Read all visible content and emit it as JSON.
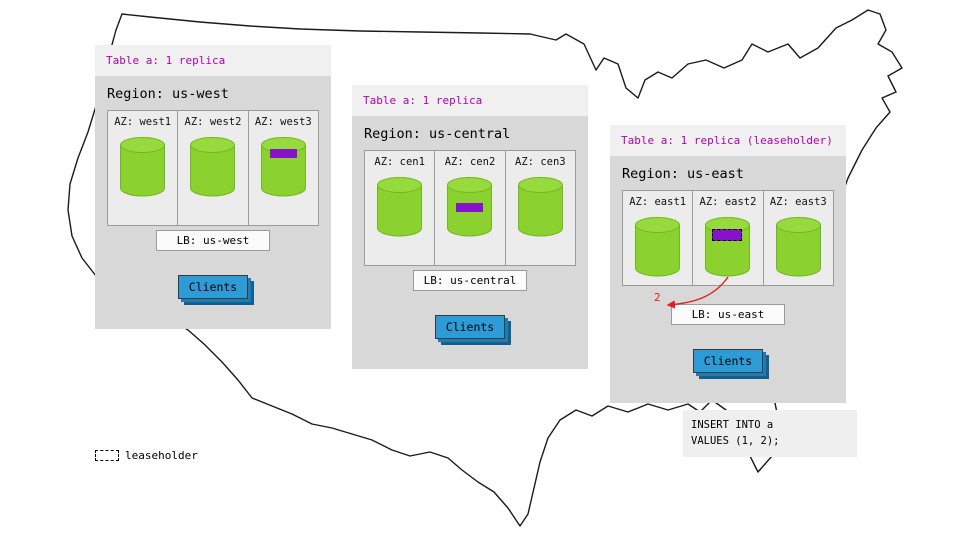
{
  "colors": {
    "accent_magenta": "#B400B4",
    "replica_purple": "#8812CC",
    "cylinder_green": "#8BD230",
    "clients_blue": "#2D9BD6",
    "annotation_red": "#E02020",
    "panel_gray": "#D8D8D8"
  },
  "legend": {
    "label": "leaseholder"
  },
  "insert_box": {
    "line1": "INSERT INTO a",
    "line2": "VALUES (1, 2);"
  },
  "annotation": {
    "step_label": "2"
  },
  "regions": [
    {
      "name": "us-west",
      "table_label": "Table a: 1 replica",
      "region_label": "Region: us-west",
      "azs": [
        {
          "label": "AZ: west1",
          "replica": false,
          "leaseholder": false
        },
        {
          "label": "AZ: west2",
          "replica": false,
          "leaseholder": false
        },
        {
          "label": "AZ: west3",
          "replica": true,
          "leaseholder": false
        }
      ],
      "lb_label": "LB: us-west",
      "clients_label": "Clients"
    },
    {
      "name": "us-central",
      "table_label": "Table a: 1 replica",
      "region_label": "Region: us-central",
      "azs": [
        {
          "label": "AZ: cen1",
          "replica": false,
          "leaseholder": false
        },
        {
          "label": "AZ: cen2",
          "replica": true,
          "leaseholder": false
        },
        {
          "label": "AZ: cen3",
          "replica": false,
          "leaseholder": false
        }
      ],
      "lb_label": "LB: us-central",
      "clients_label": "Clients"
    },
    {
      "name": "us-east",
      "table_label": "Table a: 1 replica (leaseholder)",
      "region_label": "Region: us-east",
      "azs": [
        {
          "label": "AZ: east1",
          "replica": false,
          "leaseholder": false
        },
        {
          "label": "AZ: east2",
          "replica": true,
          "leaseholder": true
        },
        {
          "label": "AZ: east3",
          "replica": false,
          "leaseholder": false
        }
      ],
      "lb_label": "LB: us-east",
      "clients_label": "Clients"
    }
  ]
}
